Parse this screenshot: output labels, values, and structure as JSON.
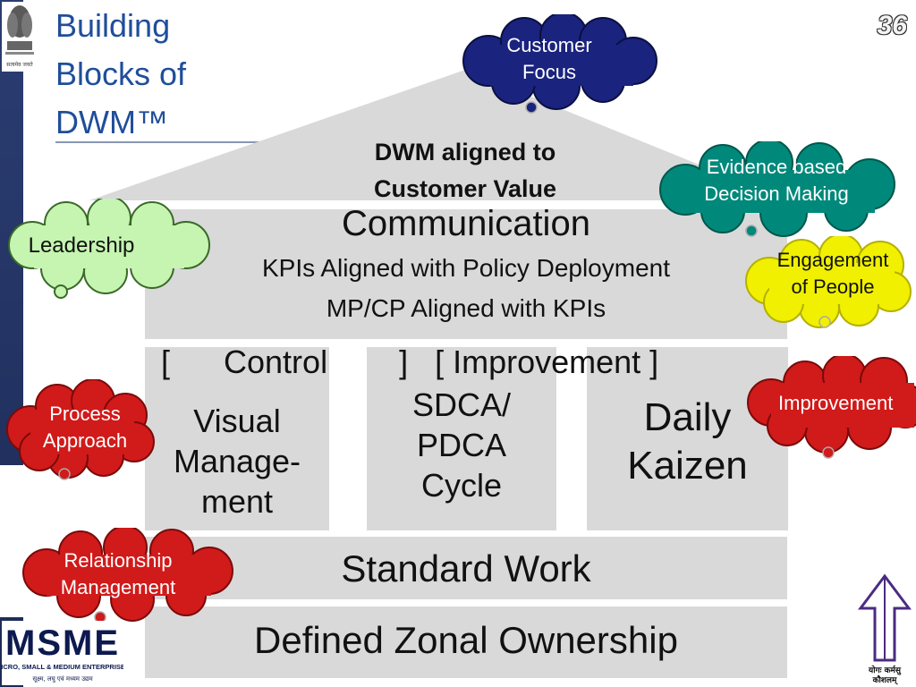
{
  "title": {
    "line1": "Building",
    "line2": "Blocks of",
    "line3": "DWM™"
  },
  "page_number": "36",
  "roof": {
    "line1": "DWM aligned to",
    "line2": "Customer Value"
  },
  "communication": {
    "title": "Communication",
    "line1": "KPIs Aligned with Policy Deployment",
    "line2": "MP/CP Aligned with KPIs"
  },
  "brackets": "[      Control        ]   [ Improvement ]",
  "pillars": {
    "visual": [
      "Visual",
      "Manage-",
      "ment"
    ],
    "sdca": [
      "SDCA/",
      "PDCA",
      "Cycle"
    ],
    "kaizen": [
      "Daily",
      "Kaizen"
    ]
  },
  "standard_work": "Standard Work",
  "zonal": "Defined Zonal Ownership",
  "clouds": {
    "customer_focus": [
      "Customer",
      "Focus"
    ],
    "evidence": [
      "Evidence based",
      "Decision Making"
    ],
    "leadership": [
      "Leadership"
    ],
    "engagement": [
      "Engagement",
      "of People"
    ],
    "process": [
      "Process",
      "Approach"
    ],
    "improvement": [
      "Improvement"
    ],
    "relationship": [
      "Relationship",
      "Management"
    ]
  },
  "logos": {
    "emblem_caption": "सत्यमेव जयते",
    "msme_text": "MSME",
    "msme_caption": "MICRO, SMALL & MEDIUM ENTERPRISES",
    "msme_hindi": "सूक्ष्म, लघु एवं मध्यम उद्यम",
    "motto_line1": "योगः कर्मसु",
    "motto_line2": "कौशलम्"
  },
  "colors": {
    "title": "#1f4e9a",
    "block_gray": "#d9d9d9",
    "cloud_navy": "#1a237e",
    "cloud_teal": "#00897b",
    "cloud_green": "#c5f5b0",
    "cloud_yellow": "#f0f000",
    "cloud_red": "#d11a1a",
    "sidebar": "#26386a"
  }
}
